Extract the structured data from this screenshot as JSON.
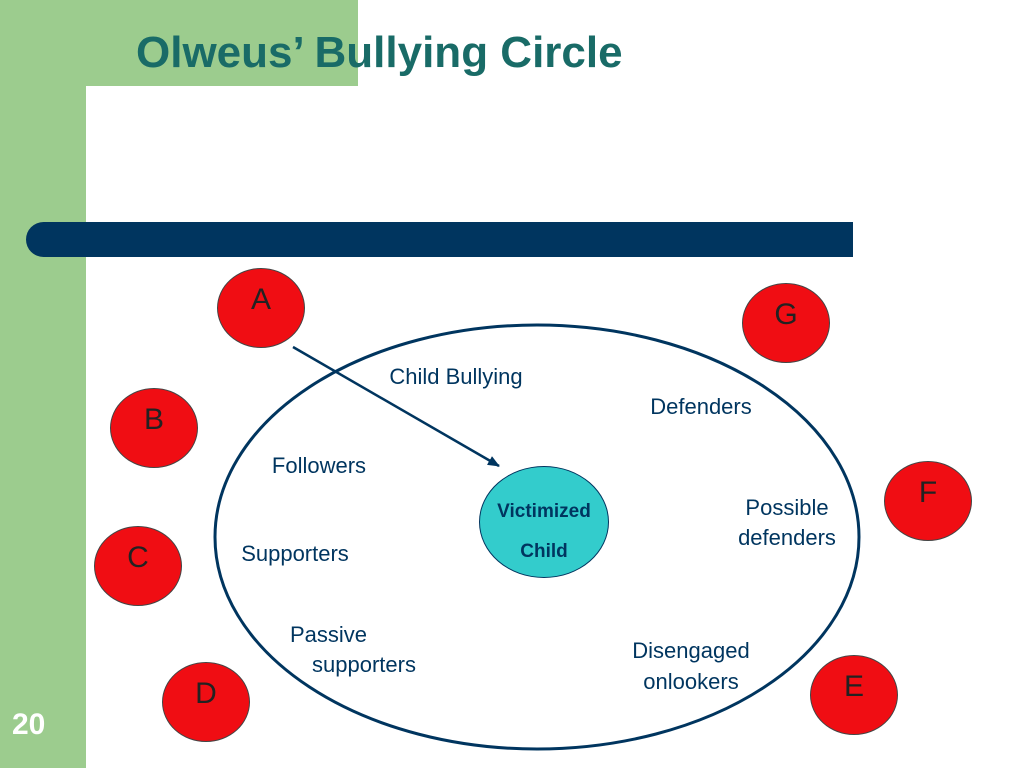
{
  "slide": {
    "title": "Olweus’ Bullying Circle",
    "number": "20"
  },
  "diagram": {
    "center": {
      "line1": "Victimized",
      "line2": "Child"
    },
    "roles": {
      "child_bullying": "Child Bullying",
      "followers": "Followers",
      "supporters": "Supporters",
      "passive_supporters_1": "Passive",
      "passive_supporters_2": "supporters",
      "disengaged_onlookers_1": "Disengaged",
      "disengaged_onlookers_2": "onlookers",
      "possible_defenders_1": "Possible",
      "possible_defenders_2": "defenders",
      "defenders": "Defenders"
    },
    "nodes": {
      "a": "A",
      "b": "B",
      "c": "C",
      "d": "D",
      "e": "E",
      "f": "F",
      "g": "G"
    }
  },
  "colors": {
    "green": "#9ccc8e",
    "navy": "#00355f",
    "title_teal": "#196b67",
    "node_red": "#f00d13",
    "victim_cyan": "#33cccc"
  }
}
